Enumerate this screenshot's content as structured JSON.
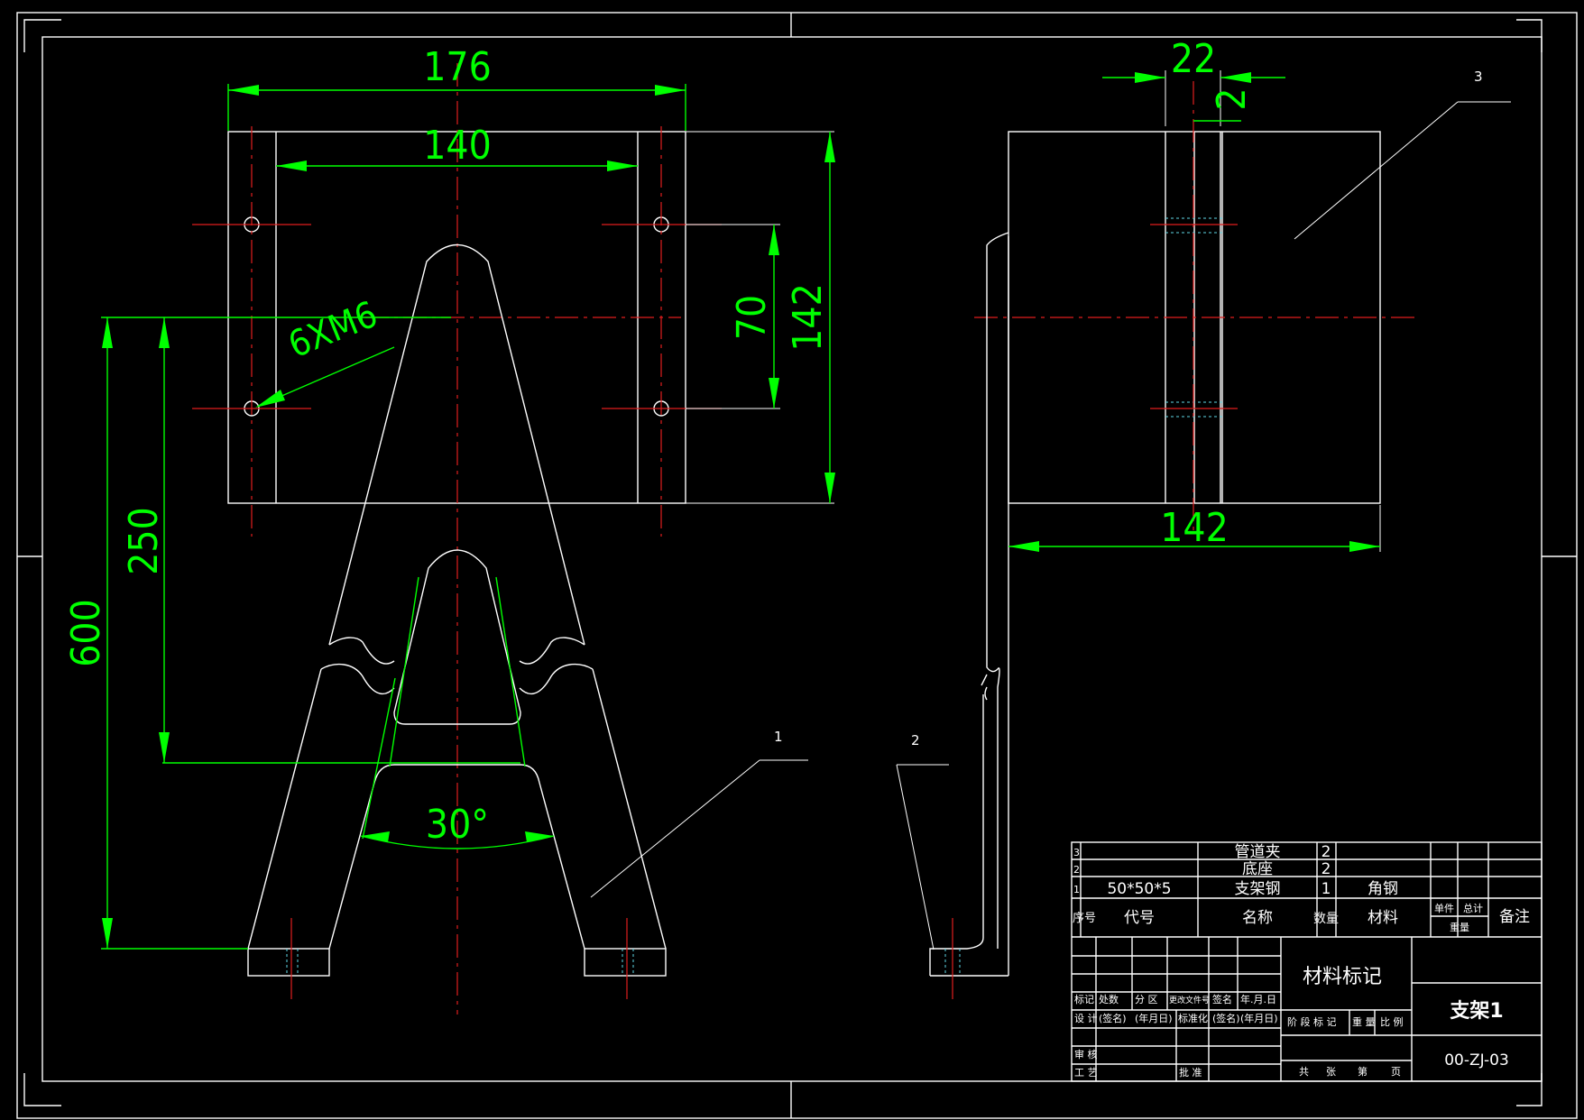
{
  "dimensions": {
    "top_width": "176",
    "inner_width": "140",
    "hole_spacing": "70",
    "plate_height": "142",
    "thread_note": "6XM6",
    "overall_height": "600",
    "leg_height": "250",
    "angle": "30°",
    "side_offset": "22",
    "side_gap": "2",
    "side_width": "142"
  },
  "balloons": [
    "1",
    "2",
    "3"
  ],
  "parts_list": {
    "rows": [
      {
        "no": "3",
        "code": "",
        "name": "管道夹",
        "qty": "2",
        "material": ""
      },
      {
        "no": "2",
        "code": "",
        "name": "底座",
        "qty": "2",
        "material": ""
      },
      {
        "no": "1",
        "code": "50*50*5",
        "name": "支架钢",
        "qty": "1",
        "material": "角钢"
      }
    ],
    "header": {
      "no": "序号",
      "code": "代号",
      "name": "名称",
      "qty": "数量",
      "material": "材料",
      "single": "单件",
      "total": "总计",
      "weight": "重量",
      "remark": "备注"
    }
  },
  "title_block": {
    "material_mark": "材料标记",
    "title": "支架1",
    "drawing_no": "00-ZJ-03",
    "rev_headers": [
      "标记",
      "处数",
      "分 区",
      "更改文件号",
      "签名",
      "年.月.日"
    ],
    "design_row": [
      "设 计",
      "(签名)",
      "(年月日)",
      "标准化",
      "(签名)",
      "(年月日)"
    ],
    "review": "审 核",
    "process": "工 艺",
    "approve": "批 准",
    "stage_labels": [
      "阶 段 标 记",
      "重 量",
      "比 例"
    ],
    "sheet_labels": [
      "共",
      "张",
      "第",
      "页"
    ]
  }
}
